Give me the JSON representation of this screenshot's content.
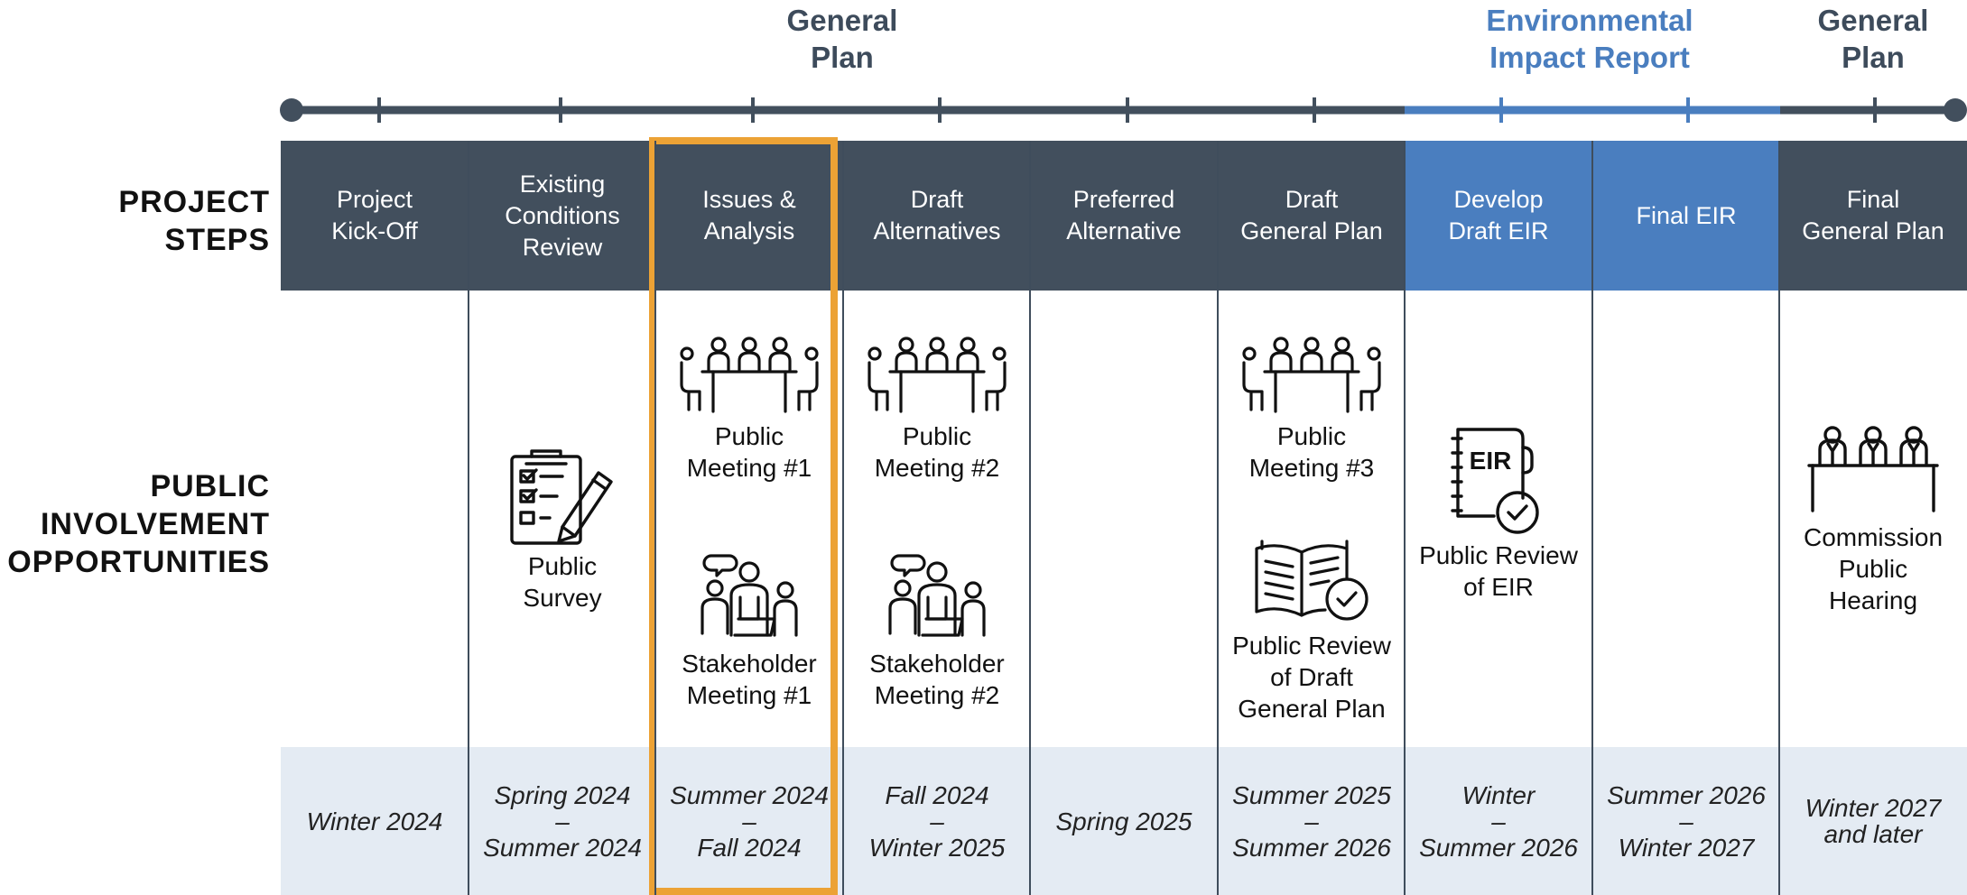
{
  "phases": [
    {
      "label": "General\nPlan",
      "color": "#3d4b5b"
    },
    {
      "label": "Environmental\nImpact Report",
      "color": "#4a7ebf"
    },
    {
      "label": "General\nPlan",
      "color": "#3d4b5b"
    }
  ],
  "row_labels": {
    "project_steps": "PROJECT\nSTEPS",
    "public_involvement": "PUBLIC\nINVOLVEMENT\nOPPORTUNITIES"
  },
  "colors": {
    "step_dark": "#424f5d",
    "step_eir": "#4a7ebf",
    "highlight": "#eca235",
    "date_bg": "#e4ebf3"
  },
  "columns": [
    {
      "step": "Project\nKick-Off",
      "eir": false,
      "date": "Winter 2024",
      "items": []
    },
    {
      "step": "Existing\nConditions\nReview",
      "eir": false,
      "date": "Spring 2024\n–\nSummer 2024",
      "items": [
        {
          "icon": "clipboard-survey-icon",
          "caption": "Public\nSurvey"
        }
      ]
    },
    {
      "step": "Issues &\nAnalysis",
      "eir": false,
      "date": "Summer 2024\n–\nFall 2024",
      "items": [
        {
          "icon": "public-meeting-icon",
          "caption": "Public\nMeeting #1"
        },
        {
          "icon": "stakeholder-meeting-icon",
          "caption": "Stakeholder\nMeeting #1"
        }
      ]
    },
    {
      "step": "Draft\nAlternatives",
      "eir": false,
      "date": "Fall 2024\n–\nWinter 2025",
      "items": [
        {
          "icon": "public-meeting-icon",
          "caption": "Public\nMeeting #2"
        },
        {
          "icon": "stakeholder-meeting-icon",
          "caption": "Stakeholder\nMeeting #2"
        }
      ]
    },
    {
      "step": "Preferred\nAlternative",
      "eir": false,
      "date": "Spring 2025",
      "items": []
    },
    {
      "step": "Draft\nGeneral Plan",
      "eir": false,
      "date": "Summer 2025\n–\nSummer 2026",
      "items": [
        {
          "icon": "public-meeting-icon",
          "caption": "Public\nMeeting #3"
        },
        {
          "icon": "document-review-icon",
          "caption": "Public Review\nof Draft\nGeneral Plan"
        }
      ]
    },
    {
      "step": "Develop\nDraft EIR",
      "eir": true,
      "date": "Winter\n–\nSummer 2026",
      "items": [
        {
          "icon": "eir-binder-icon",
          "caption": "Public Review\nof EIR",
          "badge": "EIR"
        }
      ]
    },
    {
      "step": "Final EIR",
      "eir": true,
      "date": "Summer 2026\n–\nWinter 2027",
      "items": []
    },
    {
      "step": "Final\nGeneral Plan",
      "eir": false,
      "date": "Winter 2027\nand later",
      "items": [
        {
          "icon": "commission-hearing-icon",
          "caption": "Commission\nPublic\nHearing"
        }
      ]
    }
  ]
}
